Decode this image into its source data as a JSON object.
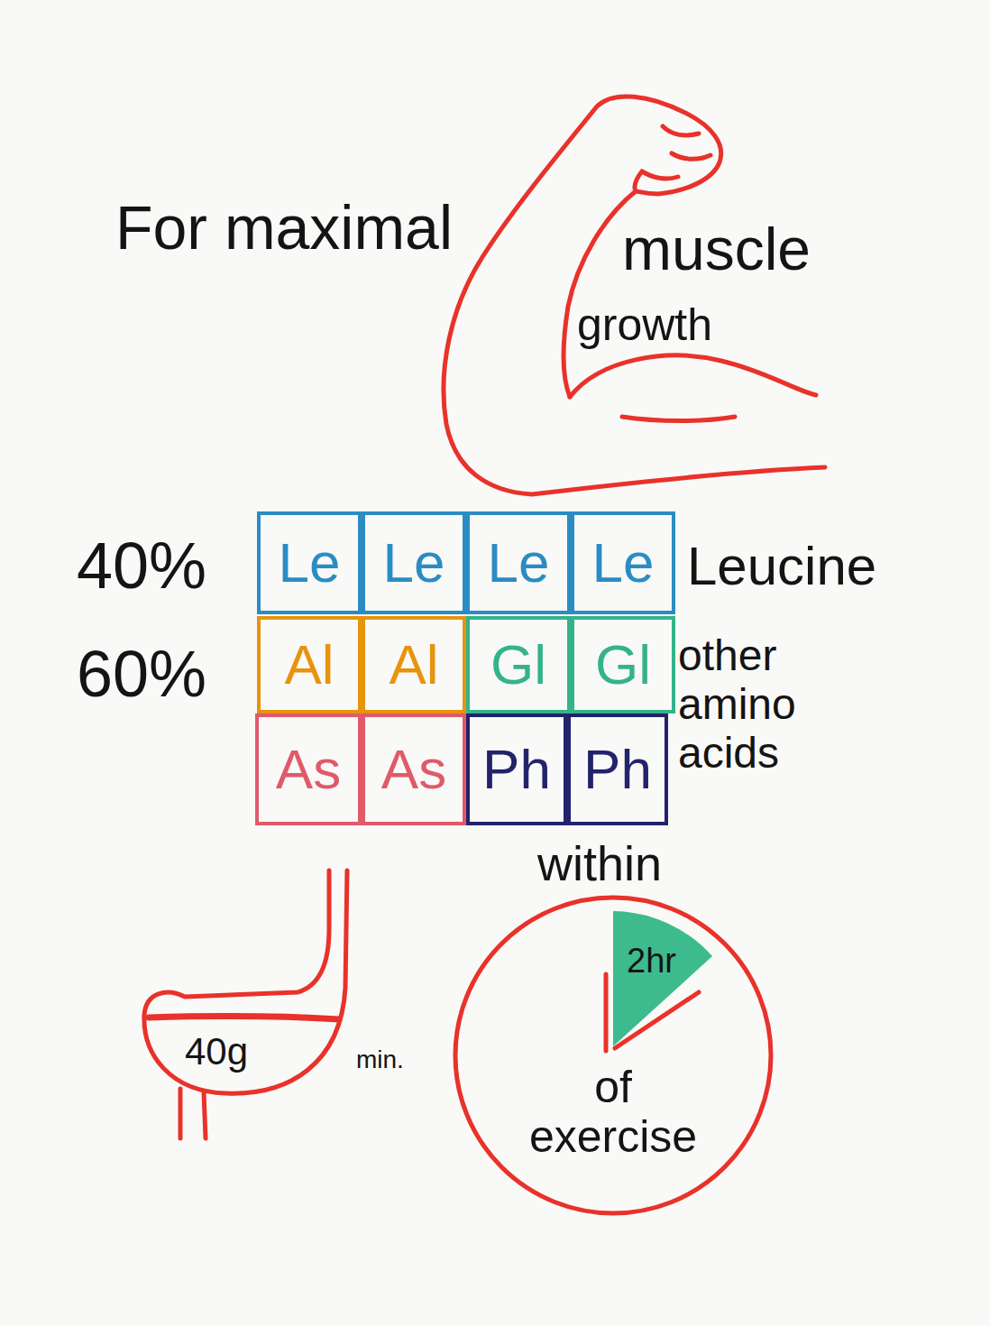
{
  "diagram": {
    "nodes": [
      {
        "text": [
          "Le"
        ]
      },
      {
        "text": [
          "Le"
        ]
      },
      {
        "text": [
          "Le"
        ]
      },
      {
        "text": [
          "Le"
        ]
      },
      {
        "text": [
          "Al"
        ]
      },
      {
        "text": [
          "Al"
        ]
      },
      {
        "text": [
          "Gl"
        ]
      },
      {
        "text": [
          "Gl"
        ]
      },
      {
        "text": [
          "As"
        ]
      },
      {
        "text": [
          "As"
        ]
      },
      {
        "text": [
          "Ph"
        ]
      },
      {
        "text": [
          "Ph"
        ]
      },
      {
        "text": [
          "40g",
          "min."
        ]
      },
      {
        "text": [
          "within",
          "of exercise"
        ]
      },
      {
        "text": [
          "2hr"
        ],
        "in": 13
      }
    ],
    "labels": [
      "For maximal",
      "muscle",
      "growth",
      "40%",
      "Leucine",
      "60%",
      "other amino acids"
    ]
  }
}
